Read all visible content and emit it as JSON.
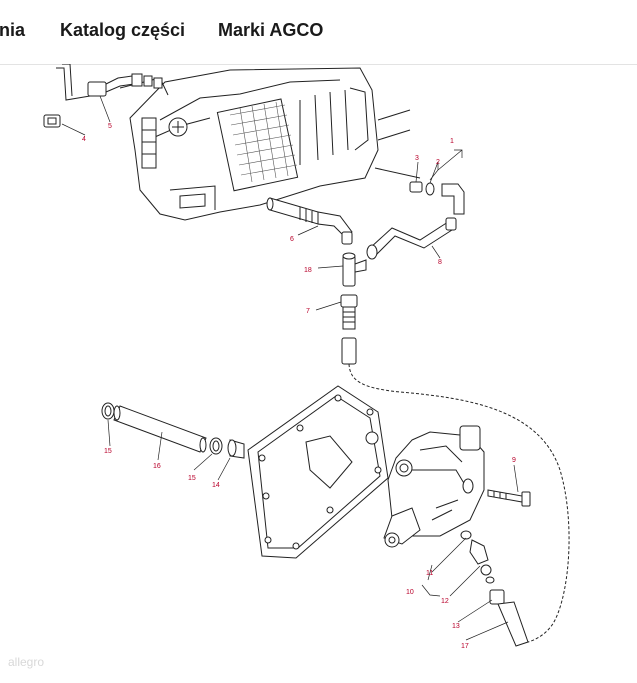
{
  "nav": {
    "items": [
      {
        "label": "nia"
      },
      {
        "label": "Katalog części"
      },
      {
        "label": "Marki AGCO"
      }
    ]
  },
  "diagram": {
    "labels": [
      "1",
      "2",
      "3",
      "4",
      "5",
      "6",
      "7",
      "8",
      "9",
      "10",
      "11",
      "12",
      "13",
      "14",
      "15",
      "15",
      "16",
      "17",
      "18"
    ]
  },
  "watermark": "allegro",
  "colors": {
    "label": "#b8002a",
    "line": "#222222"
  }
}
